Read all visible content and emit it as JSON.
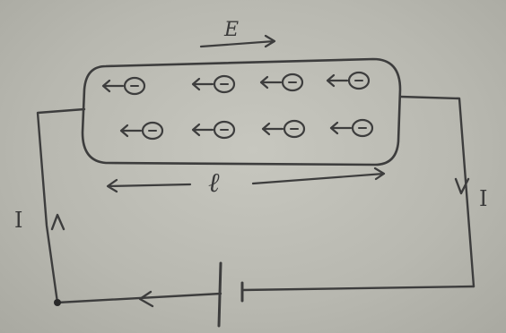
{
  "diagram": {
    "field_label": "E",
    "length_label": "ℓ",
    "current_left_label": "I",
    "current_right_label": "I",
    "electron_rows": [
      {
        "count": 4
      },
      {
        "count": 4
      }
    ],
    "colors": {
      "paper": "#bdbdb5",
      "ink": "#3d3d3d"
    }
  }
}
